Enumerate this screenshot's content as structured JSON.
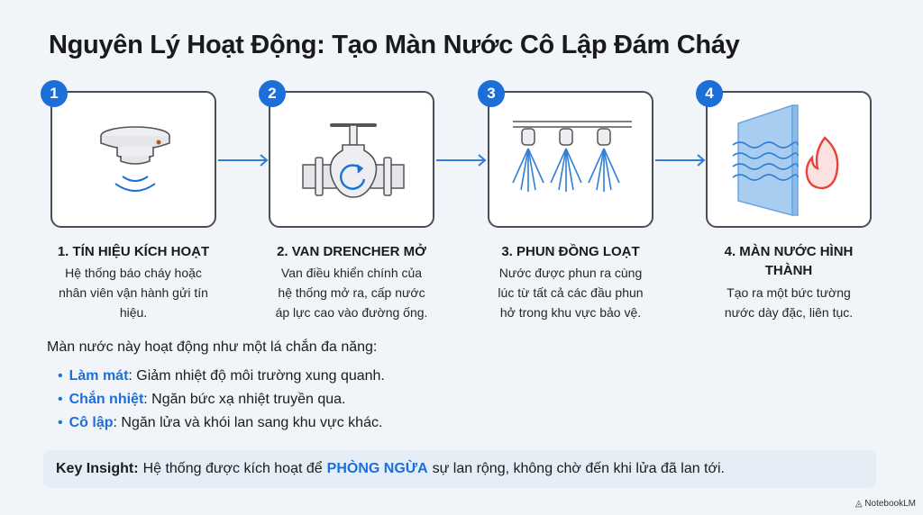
{
  "title": "Nguyên Lý Hoạt Động: Tạo Màn Nước Cô Lập Đám Cháy",
  "steps": [
    {
      "number": "1",
      "icon": "smoke-detector-icon",
      "title": "1. TÍN HIỆU KÍCH HOẠT",
      "desc": [
        "Hệ thống báo cháy hoặc",
        "nhân viên vận hành gửi tín",
        "hiệu."
      ]
    },
    {
      "number": "2",
      "icon": "valve-icon",
      "title": "2. VAN DRENCHER MỞ",
      "desc": [
        "Van điều khiển chính của",
        "hệ thống mở ra, cấp nước",
        "áp lực cao vào đường ống."
      ]
    },
    {
      "number": "3",
      "icon": "sprinkler-icon",
      "title": "3. PHUN ĐỒNG LOẠT",
      "desc": [
        "Nước được phun ra cùng",
        "lúc từ tất cả các đầu phun",
        "hở trong khu vực bảo vệ."
      ]
    },
    {
      "number": "4",
      "icon": "water-curtain-fire-icon",
      "title_lines": [
        "4. MÀN NƯỚC HÌNH",
        "THÀNH"
      ],
      "desc": [
        "Tạo ra một bức tường",
        "nước dày đặc, liên tục."
      ]
    }
  ],
  "intro": "Màn nước này hoạt động như một lá chắn đa năng:",
  "bullets": [
    {
      "term": "Làm mát",
      "text": ": Giảm nhiệt độ môi trường xung quanh."
    },
    {
      "term": "Chắn nhiệt",
      "text": ": Ngăn bức xạ nhiệt truyền qua."
    },
    {
      "term": "Cô lập",
      "text": ": Ngăn lửa và khói lan sang khu vực khác."
    }
  ],
  "insight": {
    "label": "Key Insight:",
    "before": "Hệ thống được kích hoạt để",
    "highlight": "PHÒNG NGỪA",
    "after": "sự lan rộng, không chờ đến khi lửa đã lan tới."
  },
  "brand": "NotebookLM",
  "colors": {
    "accent": "#1c6fd9",
    "background": "#f1f4f8",
    "fire": "#e8423a"
  }
}
